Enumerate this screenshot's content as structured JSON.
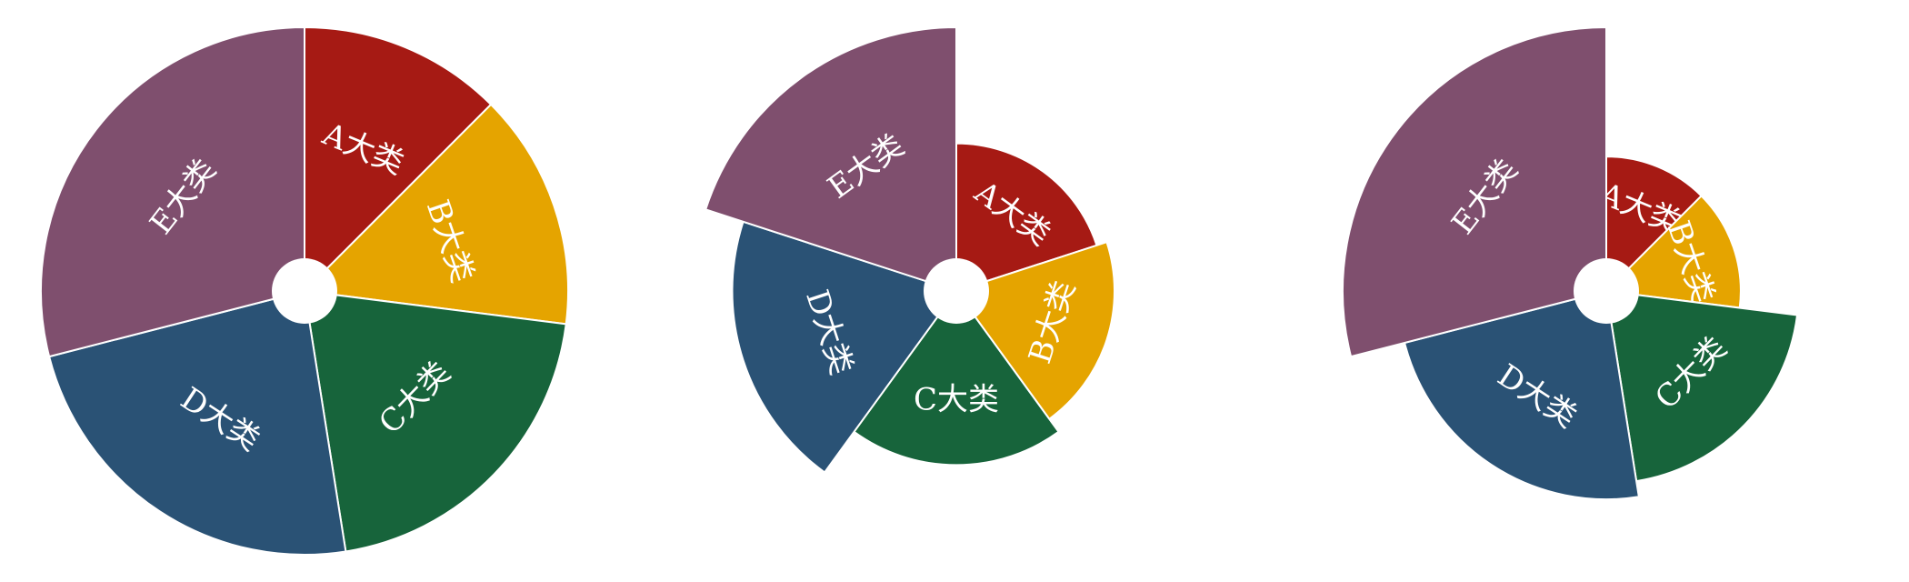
{
  "colors": {
    "A大类": "#a61a14",
    "B大类": "#e5a400",
    "C大类": "#17643b",
    "D大类": "#2a5275",
    "E大类": "#7f4f6e",
    "edge": "#ffffff",
    "background": "#ffffff"
  },
  "chart_data": [
    {
      "type": "pie",
      "variant": "equal-radius",
      "title": "",
      "categories": [
        "A大类",
        "B大类",
        "C大类",
        "D大类",
        "E大类"
      ],
      "values": [
        12.5,
        14.5,
        20.5,
        23.5,
        29.0
      ],
      "radii": [
        1,
        1,
        1,
        1,
        1
      ]
    },
    {
      "type": "pie",
      "variant": "rose",
      "title": "",
      "categories": [
        "A大类",
        "B大类",
        "C大类",
        "D大类",
        "E大类"
      ],
      "values": [
        20.0,
        20.0,
        20.0,
        20.0,
        20.0
      ],
      "radii": [
        0.56,
        0.6,
        0.66,
        0.85,
        1.0
      ]
    },
    {
      "type": "pie",
      "variant": "rose",
      "title": "",
      "categories": [
        "A大类",
        "B大类",
        "C大类",
        "D大类",
        "E大类"
      ],
      "values": [
        12.5,
        14.5,
        20.5,
        23.5,
        29.0
      ],
      "radii": [
        0.51,
        0.51,
        0.73,
        0.79,
        1.0
      ]
    }
  ]
}
